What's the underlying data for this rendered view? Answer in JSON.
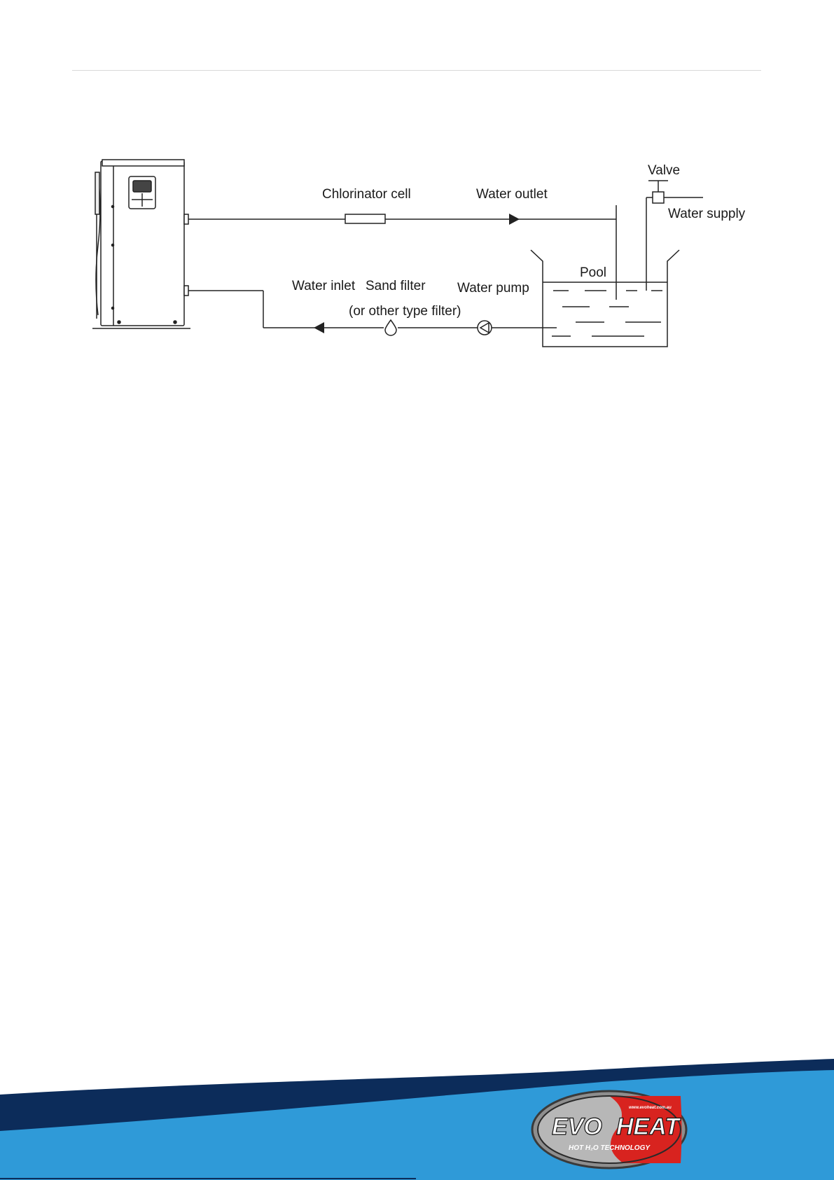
{
  "diagram": {
    "labels": {
      "valve": "Valve",
      "chlorinator": "Chlorinator cell",
      "water_outlet": "Water outlet",
      "water_supply": "Water supply",
      "pool": "Pool",
      "water_inlet": "Water inlet",
      "sand_filter": "Sand filter",
      "filter_note": "(or other type filter)",
      "water_pump": "Water pump"
    }
  },
  "footer": {
    "logo": {
      "left_text": "EVO",
      "right_text": "HEAT",
      "tagline": "HOT H₂O TECHNOLOGY",
      "url": "www.evoheat.com.au"
    },
    "colors": {
      "dark_wave": "#0c2c5a",
      "light_wave": "#2f9ad8",
      "logo_red": "#d8231f"
    }
  }
}
